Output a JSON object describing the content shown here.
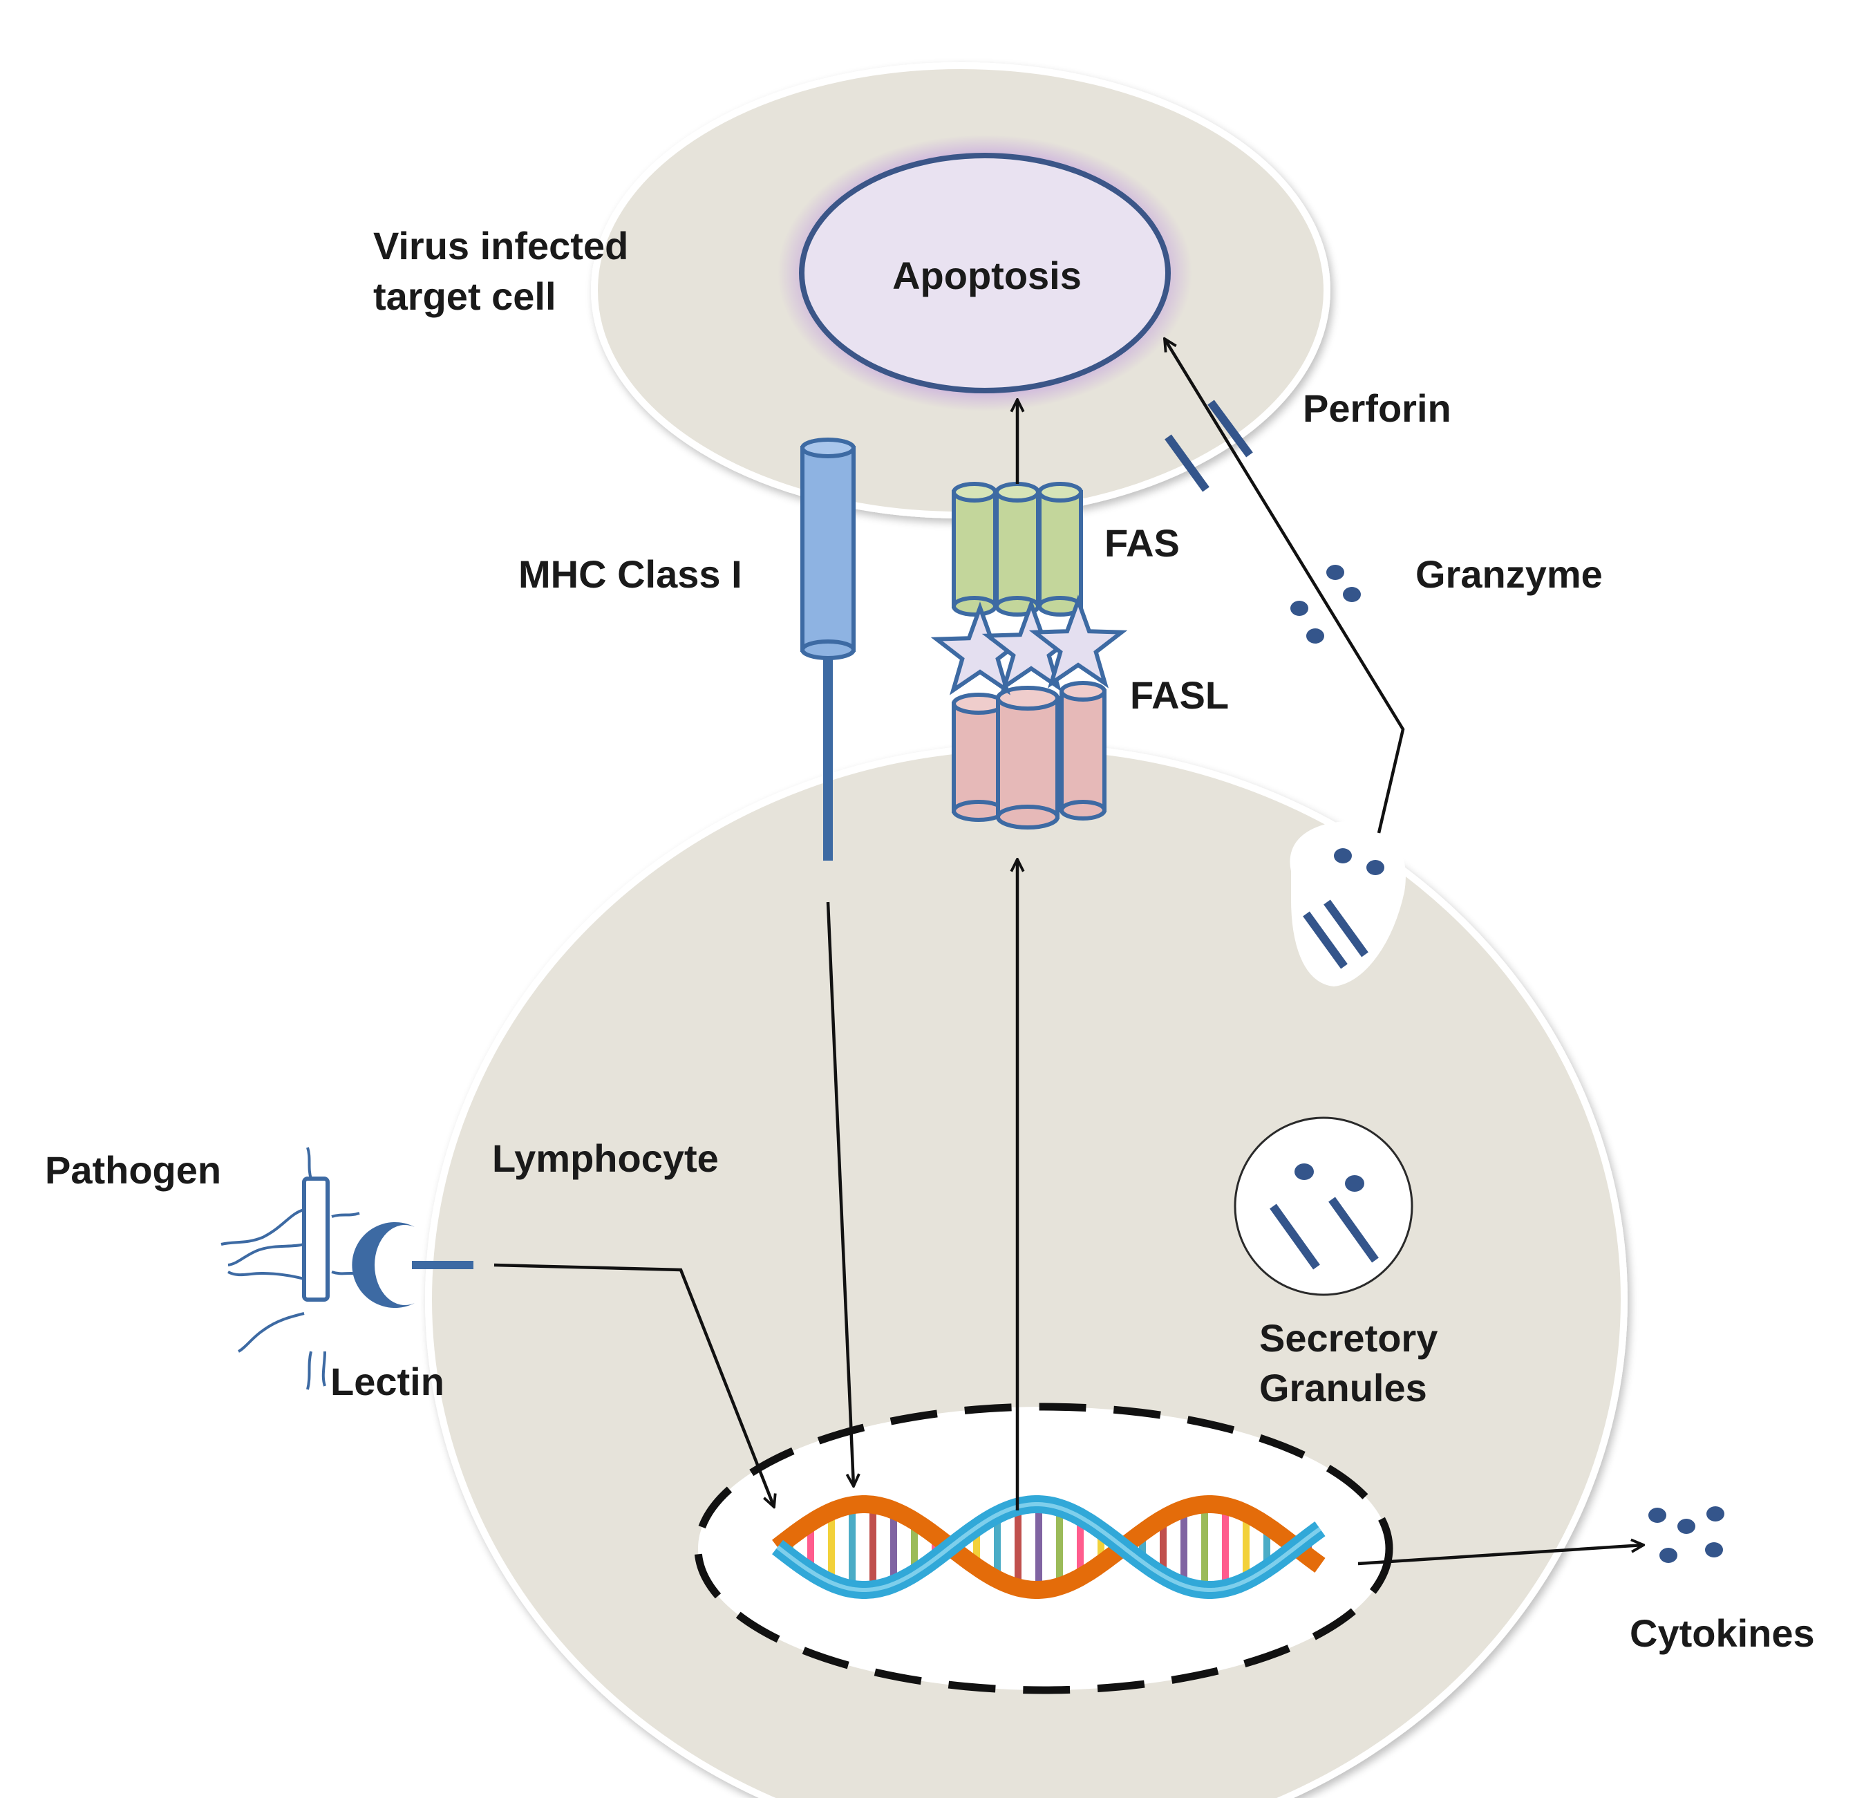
{
  "labels": {
    "target_cell": [
      "Virus infected",
      "target cell"
    ],
    "apoptosis": "Apoptosis",
    "perforin": "Perforin",
    "fas": "FAS",
    "mhc": "MHC Class I",
    "granzyme": "Granzyme",
    "fasl": "FASL",
    "pathogen": "Pathogen",
    "lymphocyte": "Lymphocyte",
    "lectin": "Lectin",
    "secretory": [
      "Secretory",
      "Granules"
    ],
    "cytokines": "Cytokines"
  },
  "colors": {
    "cell_fill": "#e6e3da",
    "cell_edge": "#ffffff",
    "nucleus_fill": "#e9e2f1",
    "nucleus_stroke": "#3b5688",
    "nucleus_glow": "#c7a8dd",
    "mhc_blue": "#8eb3e2",
    "blue_stroke": "#3d6aa3",
    "fas_green": "#c3d69b",
    "fasl_pink": "#e6b9b8",
    "star_fill": "#e4dff0",
    "dark_blue": "#34558b",
    "dna_orange": "#e46c0a",
    "dna_blue": "#31a8d8"
  }
}
